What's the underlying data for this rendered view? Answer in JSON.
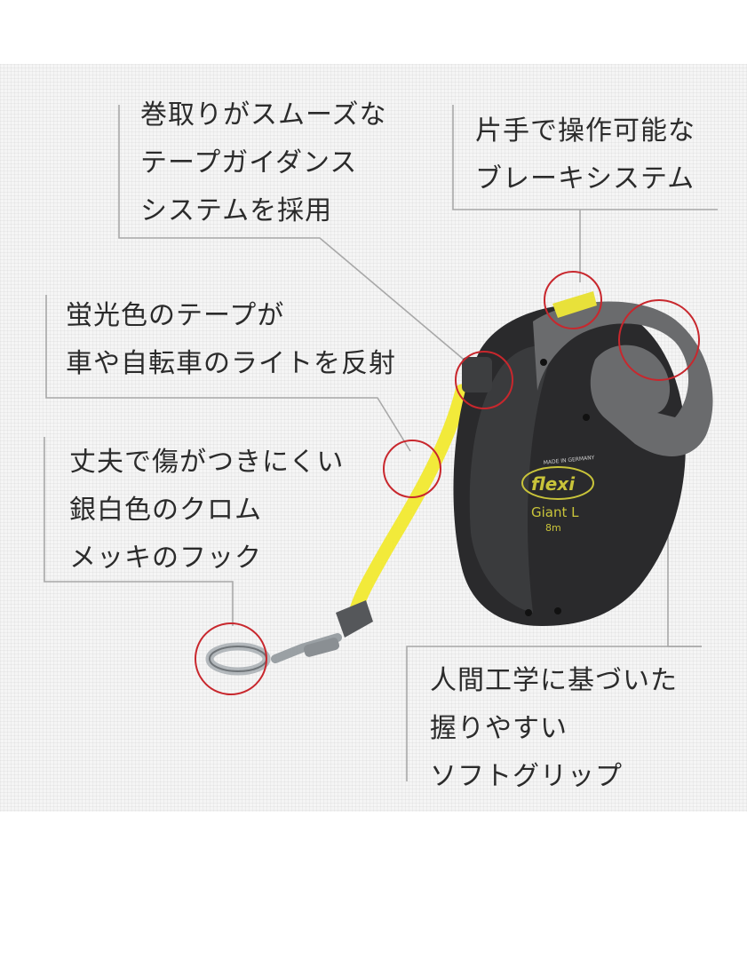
{
  "colors": {
    "background": "#f5f5f5",
    "callout_line": "#a8a8a8",
    "highlight_circle": "#c8272d",
    "tape_yellow": "#f2ea3a",
    "reel_body": "#2a2a2c",
    "grip_gray": "#6a6b6d",
    "logo_yellow": "#c9c43a"
  },
  "callouts": {
    "tape_guide": {
      "lines": [
        "巻取りがスムーズな",
        "テープガイダンス",
        "システムを採用"
      ]
    },
    "brake": {
      "lines": [
        "片手で操作可能な",
        "ブレーキシステム"
      ]
    },
    "reflective_tape": {
      "lines": [
        "蛍光色のテープが",
        "車や自転車のライトを反射"
      ]
    },
    "hook": {
      "lines": [
        "丈夫で傷がつきにくい",
        "銀白色のクロム",
        "メッキのフック"
      ]
    },
    "grip": {
      "lines": [
        "人間工学に基づいた",
        "握りやすい",
        "ソフトグリップ"
      ]
    }
  },
  "product": {
    "brand": "flexi",
    "model": "Giant L",
    "length": "8m",
    "made_in": "MADE IN GERMANY"
  },
  "icons": [
    "retractable-leash-image",
    "snap-hook-icon"
  ]
}
